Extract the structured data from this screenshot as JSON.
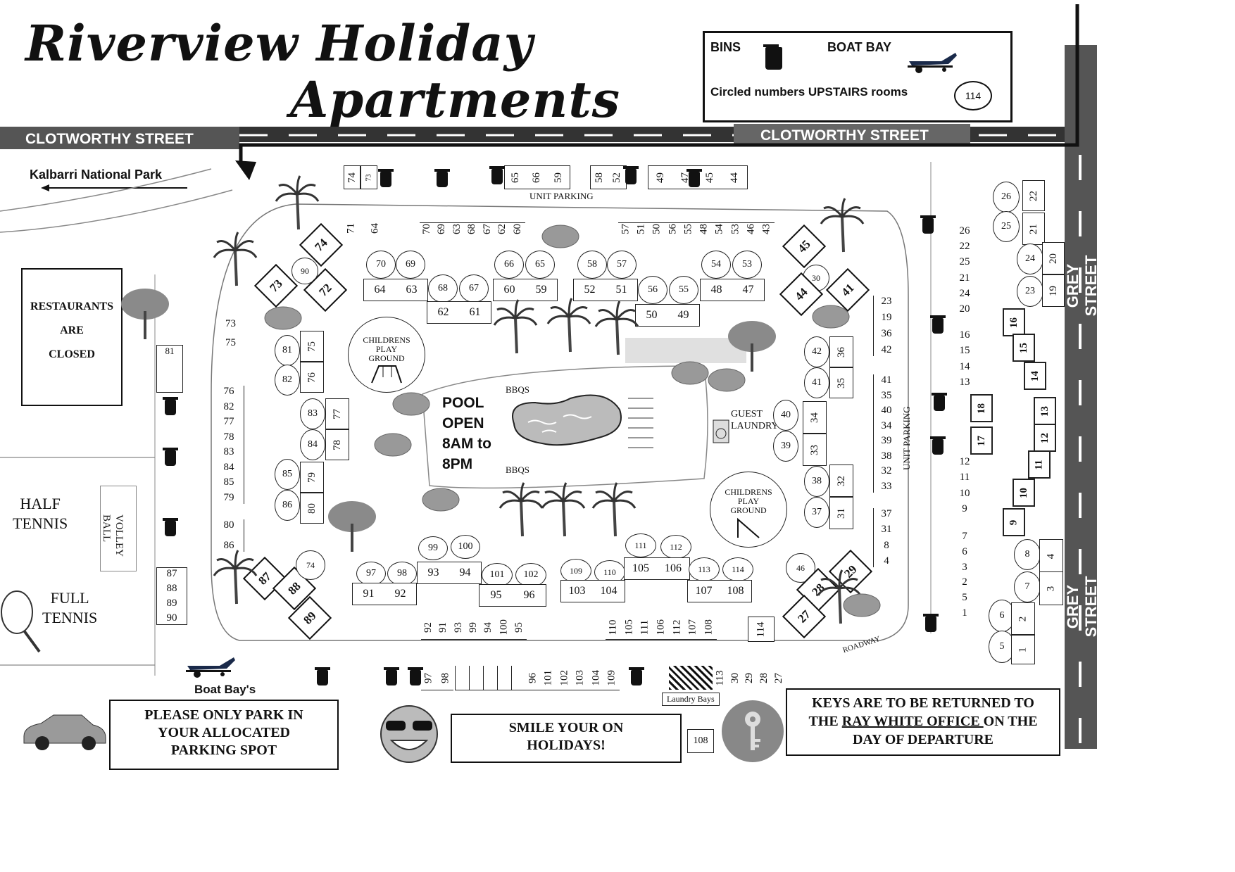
{
  "title": {
    "line1": "Riverview Holiday",
    "line2": "Apartments"
  },
  "legend": {
    "bins": "BINS",
    "boat_bay": "BOAT BAY",
    "upstairs_note": "Circled numbers UPSTAIRS rooms",
    "upstairs_example": "114",
    "bin_icon": "bin-icon",
    "boat_icon": "boat-trailer-icon"
  },
  "streets": {
    "clotworthy_left": "CLOTWORTHY STREET",
    "clotworthy_right": "CLOTWORTHY STREET",
    "grey_top": "GREY STREET",
    "grey_bottom": "GREY STREET"
  },
  "directions": {
    "kalbarri": "Kalbarri National Park"
  },
  "notices": {
    "restaurants_l1": "RESTAURANTS",
    "restaurants_l2": "ARE",
    "restaurants_l3": "CLOSED",
    "pool_l1": "POOL",
    "pool_l2": "OPEN",
    "pool_l3": "8AM to",
    "pool_l4": "8PM",
    "park_l1": "PLEASE ONLY PARK IN",
    "park_l2": "YOUR ALLOCATED",
    "park_l3": "PARKING SPOT",
    "smile_l1": "SMILE YOUR ON",
    "smile_l2": "HOLIDAYS!",
    "keys_l1": "KEYS ARE TO BE RETURNED TO",
    "keys_l2a": "THE ",
    "keys_l2b": "RAY WHITE OFFICE ",
    "keys_l2c": "ON THE",
    "keys_l3": "DAY OF DEPARTURE"
  },
  "facilities": {
    "half_tennis_l1": "HALF",
    "half_tennis_l2": "TENNIS",
    "full_tennis_l1": "FULL",
    "full_tennis_l2": "TENNIS",
    "volley_l1": "VOLLEY",
    "volley_l2": "BALL",
    "play1_l1": "CHILDRENS",
    "play1_l2": "PLAY",
    "play1_l3": "GROUND",
    "play2_l1": "CHILDRENS",
    "play2_l2": "PLAY",
    "play2_l3": "GROUND",
    "guest_l1": "GUEST",
    "guest_l2": "LAUNDRY",
    "bbqs_top": "BBQS",
    "bbqs_bottom": "BBQS",
    "unit_parking_top": "UNIT PARKING",
    "unit_parking_right": "UNIT PARKING",
    "roadway": "ROADWAY",
    "laundry_bays": "Laundry Bays",
    "boat_bays": "Boat Bay's",
    "room108": "108"
  },
  "parking": {
    "top_left": [
      "74",
      "73"
    ],
    "top_mid": [
      "65",
      "66",
      "59"
    ],
    "top_mid2": [
      "58",
      "52"
    ],
    "top_right": [
      "49",
      "47",
      "45",
      "44"
    ],
    "north_row_a": [
      "71",
      "64"
    ],
    "north_row_b": [
      "70",
      "69",
      "63",
      "68",
      "67",
      "62",
      "60"
    ],
    "north_row_c": [
      "57",
      "51",
      "50",
      "56",
      "55",
      "48",
      "54",
      "53",
      "46",
      "43"
    ],
    "west_top": [
      "73",
      "75"
    ],
    "west_list": [
      "76",
      "82",
      "77",
      "78",
      "83",
      "84",
      "85",
      "79"
    ],
    "west_low": [
      "80",
      "86"
    ],
    "west_far": [
      "81"
    ],
    "west_far_low": [
      "87",
      "88",
      "89",
      "90"
    ],
    "south_a": [
      "92",
      "91",
      "93",
      "99",
      "94",
      "100",
      "95"
    ],
    "south_b": [
      "110",
      "105",
      "111",
      "106",
      "112",
      "107",
      "108"
    ],
    "south_c": [
      "114"
    ],
    "bottom_a": [
      "97",
      "98"
    ],
    "bottom_b": [
      "96",
      "101",
      "102",
      "103",
      "104",
      "109"
    ],
    "bottom_c": [
      "113",
      "30",
      "29",
      "28",
      "27"
    ],
    "east_a": [
      "23",
      "19",
      "36",
      "42"
    ],
    "east_b": [
      "41",
      "35",
      "40",
      "34",
      "39",
      "38",
      "32",
      "33"
    ],
    "east_c": [
      "37",
      "31",
      "8",
      "4"
    ],
    "far_east_a": [
      "26",
      "22",
      "25",
      "21",
      "24",
      "20"
    ],
    "far_east_b": [
      "16",
      "15",
      "14",
      "13"
    ],
    "far_east_c": [
      "12",
      "11",
      "10",
      "9"
    ],
    "far_east_d": [
      "7",
      "6",
      "3",
      "2",
      "5",
      "1"
    ]
  },
  "units": {
    "pairs": [
      [
        "64",
        "63"
      ],
      [
        "62",
        "61"
      ],
      [
        "60",
        "59"
      ],
      [
        "52",
        "51"
      ],
      [
        "50",
        "49"
      ],
      [
        "48",
        "47"
      ],
      [
        "91",
        "92"
      ],
      [
        "93",
        "94"
      ],
      [
        "95",
        "96"
      ],
      [
        "103",
        "104"
      ],
      [
        "105",
        "106"
      ],
      [
        "107",
        "108"
      ]
    ],
    "circles": [
      "70",
      "69",
      "68",
      "67",
      "66",
      "65",
      "58",
      "57",
      "56",
      "55",
      "54",
      "53",
      "97",
      "98",
      "99",
      "100",
      "101",
      "102",
      "109",
      "110",
      "111",
      "112",
      "113",
      "114",
      "81",
      "82",
      "83",
      "84",
      "85",
      "86",
      "42",
      "41",
      "40",
      "39",
      "38",
      "37",
      "74",
      "46",
      "90",
      "30",
      "26",
      "25",
      "24",
      "23",
      "8",
      "7",
      "6",
      "5"
    ],
    "vertical_boxes": [
      "75",
      "76",
      "77",
      "78",
      "79",
      "80",
      "36",
      "35",
      "34",
      "33",
      "32",
      "31",
      "22",
      "21",
      "20",
      "19",
      "4",
      "3",
      "2",
      "1"
    ],
    "diamonds": [
      "74",
      "73",
      "72",
      "45",
      "44",
      "41",
      "87",
      "88",
      "89",
      "29",
      "28",
      "27"
    ],
    "east_singles": [
      "16",
      "15",
      "14",
      "13",
      "18",
      "17",
      "12",
      "11",
      "10",
      "9"
    ]
  },
  "colors": {
    "street": "#555555",
    "ink": "#111111",
    "tree": "#8a8a8a"
  }
}
